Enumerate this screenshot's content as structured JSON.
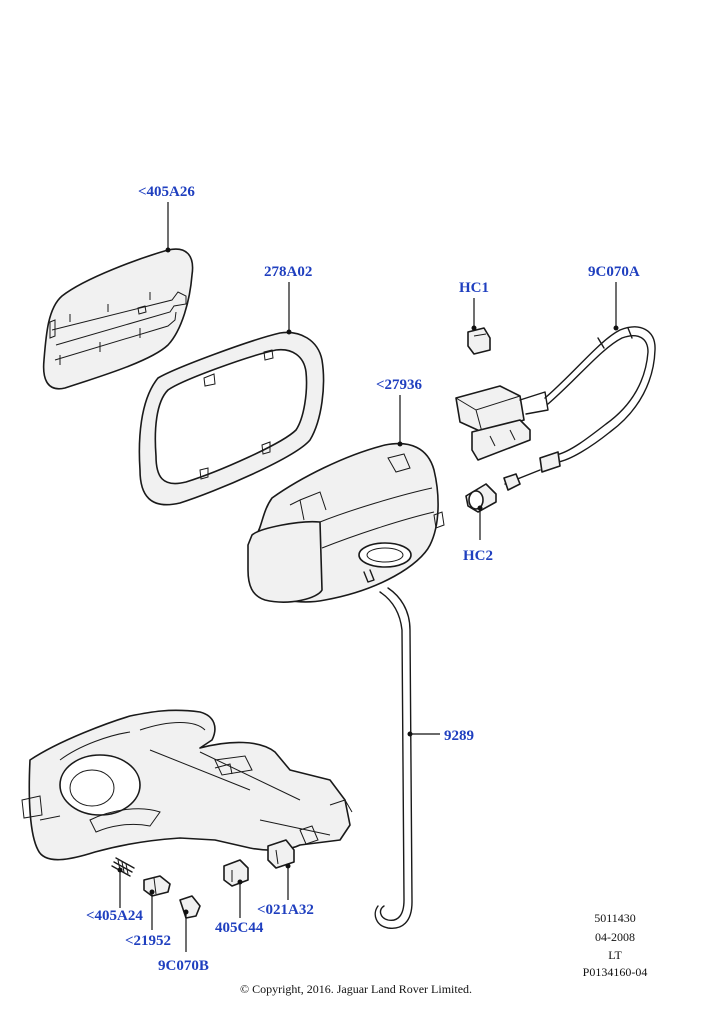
{
  "diagram": {
    "part_labels": {
      "p405A26": "<405A26",
      "p278A02": "278A02",
      "pHC1": "HC1",
      "p9C070A": "9C070A",
      "p27936": "<27936",
      "pHC2": "HC2",
      "p9289": "9289",
      "p405A24": "<405A24",
      "p21952": "<21952",
      "p9C070B": "9C070B",
      "p405C44": "405C44",
      "p021A32": "<021A32"
    },
    "info_block": {
      "line1": "5011430",
      "line2": "04-2008",
      "line3": "LT",
      "line4": "P0134160-04"
    },
    "copyright": "© Copyright, 2016. Jaguar Land Rover Limited."
  }
}
